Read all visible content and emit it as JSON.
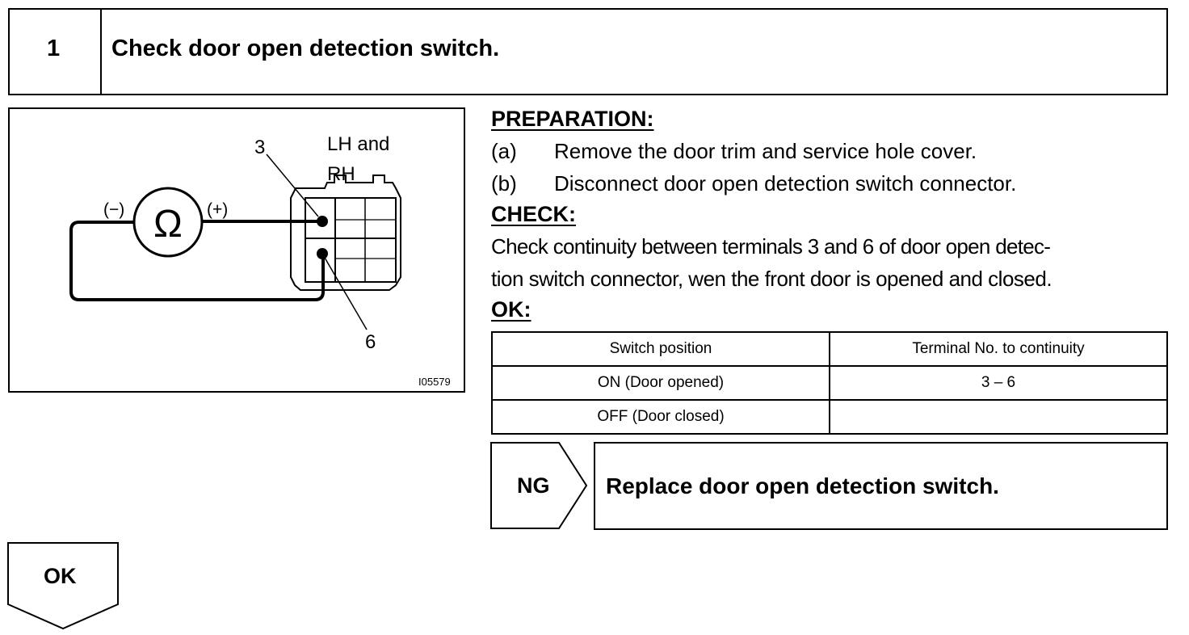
{
  "step": {
    "number": "1",
    "title": "Check door open detection switch."
  },
  "figure": {
    "terminal_3": "3",
    "terminal_6": "6",
    "side_label_line1": "LH and",
    "side_label_line2": "RH",
    "minus_label": "(−)",
    "plus_label": "(+)",
    "ohm_symbol": "Ω",
    "figure_code": "I05579"
  },
  "preparation": {
    "heading": "PREPARATION:",
    "steps": [
      {
        "marker": "(a)",
        "text": "Remove the door trim and service hole cover."
      },
      {
        "marker": "(b)",
        "text": "Disconnect door open detection switch connector."
      }
    ]
  },
  "check": {
    "heading": "CHECK:",
    "line1": "Check continuity between terminals 3 and 6 of door open detec-",
    "line2": "tion switch connector, wen the front door is opened and closed."
  },
  "ok_spec": {
    "heading": "OK:",
    "columns": [
      "Switch position",
      "Terminal No. to continuity"
    ],
    "rows": [
      [
        "ON (Door opened)",
        "3 – 6"
      ],
      [
        "OFF (Door closed)",
        ""
      ]
    ]
  },
  "ng": {
    "label": "NG",
    "action": "Replace door open detection switch."
  },
  "ok": {
    "label": "OK"
  }
}
